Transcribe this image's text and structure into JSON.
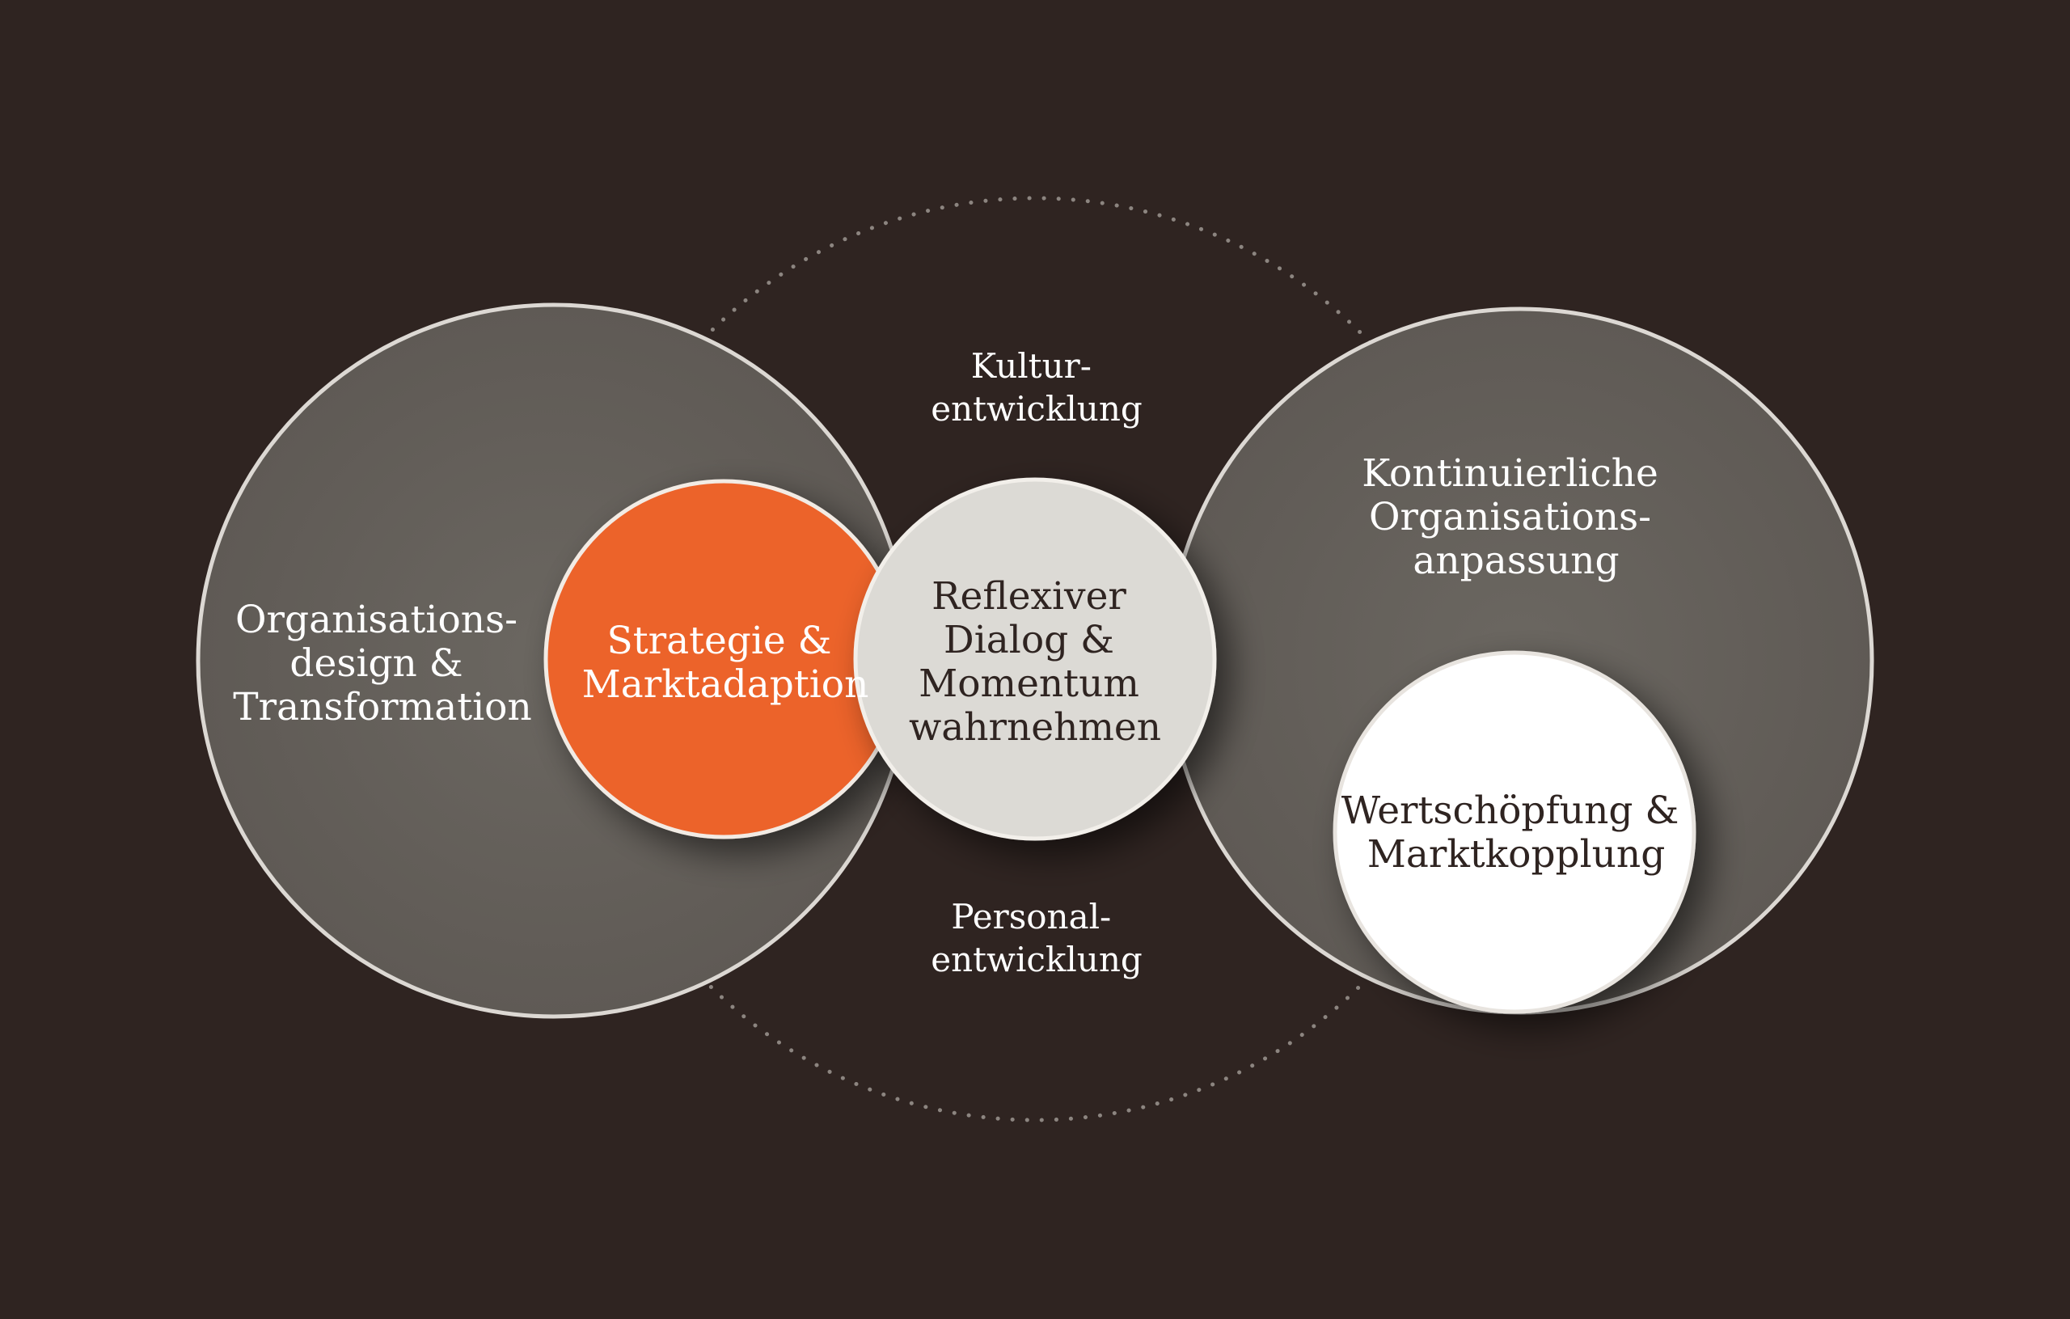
{
  "colors": {
    "background": "#2f2421",
    "outer_circle_fill": "#646059",
    "circle_stroke": "#dcd8d3",
    "strategy_fill": "#ec632b",
    "dialog_fill": "#dcdad5",
    "value_fill": "#ffffff",
    "dotted_ring": "#8c8580",
    "light_text": "#ffffff",
    "dark_text": "#2f2421"
  },
  "left_circle": {
    "lines": [
      "Organisations-",
      "design &",
      "Transformation"
    ]
  },
  "strategy_circle": {
    "lines": [
      "Strategie &",
      "Marktadaption"
    ]
  },
  "dialog_circle": {
    "lines": [
      "Reflexiver",
      "Dialog &",
      "Momentum",
      "wahrnehmen"
    ]
  },
  "right_circle": {
    "lines": [
      "Kontinuierliche",
      "Organisations-",
      "anpassung"
    ]
  },
  "value_circle": {
    "lines": [
      "Wertschöpfung &",
      "Marktkopplung"
    ]
  },
  "top_label": {
    "lines": [
      "Kultur-",
      "entwicklung"
    ]
  },
  "bottom_label": {
    "lines": [
      "Personal-",
      "entwicklung"
    ]
  }
}
